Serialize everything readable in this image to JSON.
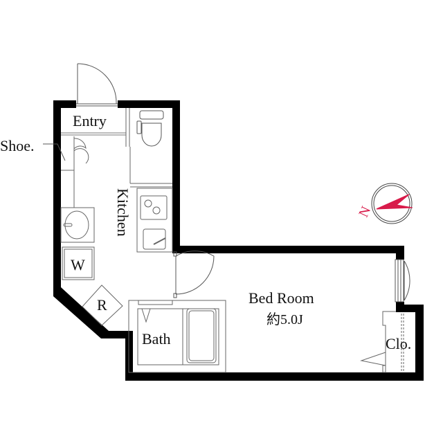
{
  "plan": {
    "rooms": {
      "entry": "Entry",
      "shoe": "Shoe.",
      "kitchen": "Kitchen",
      "washer": "W",
      "fridge": "R",
      "bath": "Bath",
      "bedroom": "Bed Room",
      "bedroom_area": "約5.0J",
      "closet": "Clo."
    },
    "compass": {
      "label": "N",
      "color": "#d81b4a"
    },
    "wall_color": "#000000",
    "line_color": "#555555"
  }
}
